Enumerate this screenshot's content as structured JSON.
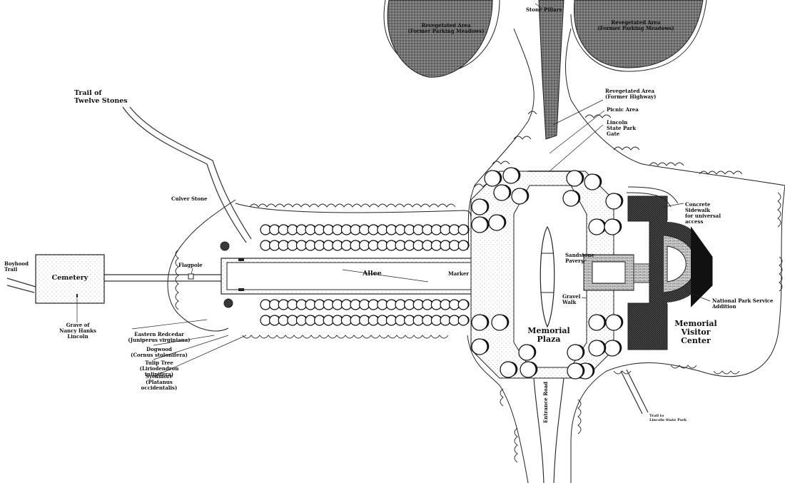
{
  "labels": {
    "trail_twelve_stones": "Trail of\nTwelve Stones",
    "culver_stone": "Culver Stone",
    "boyhood_trail": "Boyhood\nTrail",
    "cemetery": "Cemetery",
    "grave": "Grave of\nNancy Hanks\nLincoln",
    "flagpole": "Flagpole",
    "allee": "Allee",
    "marker": "Marker",
    "memorial_plaza": "Memorial\nPlaza",
    "visitor_center": "Memorial\nVisitor\nCenter",
    "entrance_road": "Entrance Road",
    "revegetated_left": "Revegetated Area\n(Former Parking Meadows)",
    "revegetated_right": "Revegetated Area\n(Former Parking Meadows)",
    "stone_pillars": "Stone Pillars",
    "revegetated_highway": "Revegetated Area\n(Former Highway)",
    "picnic_area": "Picnic Area",
    "state_park_gate": "Lincoln\nState Park\nGate",
    "concrete_sidewalk": "Concrete\nSidewalk\nfor universal\naccess",
    "sandstone_pavers": "Sandstone\nPavers",
    "gravel_walk": "Gravel\nWalk",
    "nps_addition": "National Park Service\nAddition",
    "trail_state_park": "Trail to\nLincoln State Park",
    "eastern_redcedar": "Eastern Redcedar\n(Juniperus virginiana)",
    "dogwood": "Dogwood\n(Cornus stolonifera)",
    "tulip_tree": "Tulip Tree\n(Liriodendron tulipifera)",
    "sycamore": "Sycamore\n(Platanus occidentalis)"
  }
}
